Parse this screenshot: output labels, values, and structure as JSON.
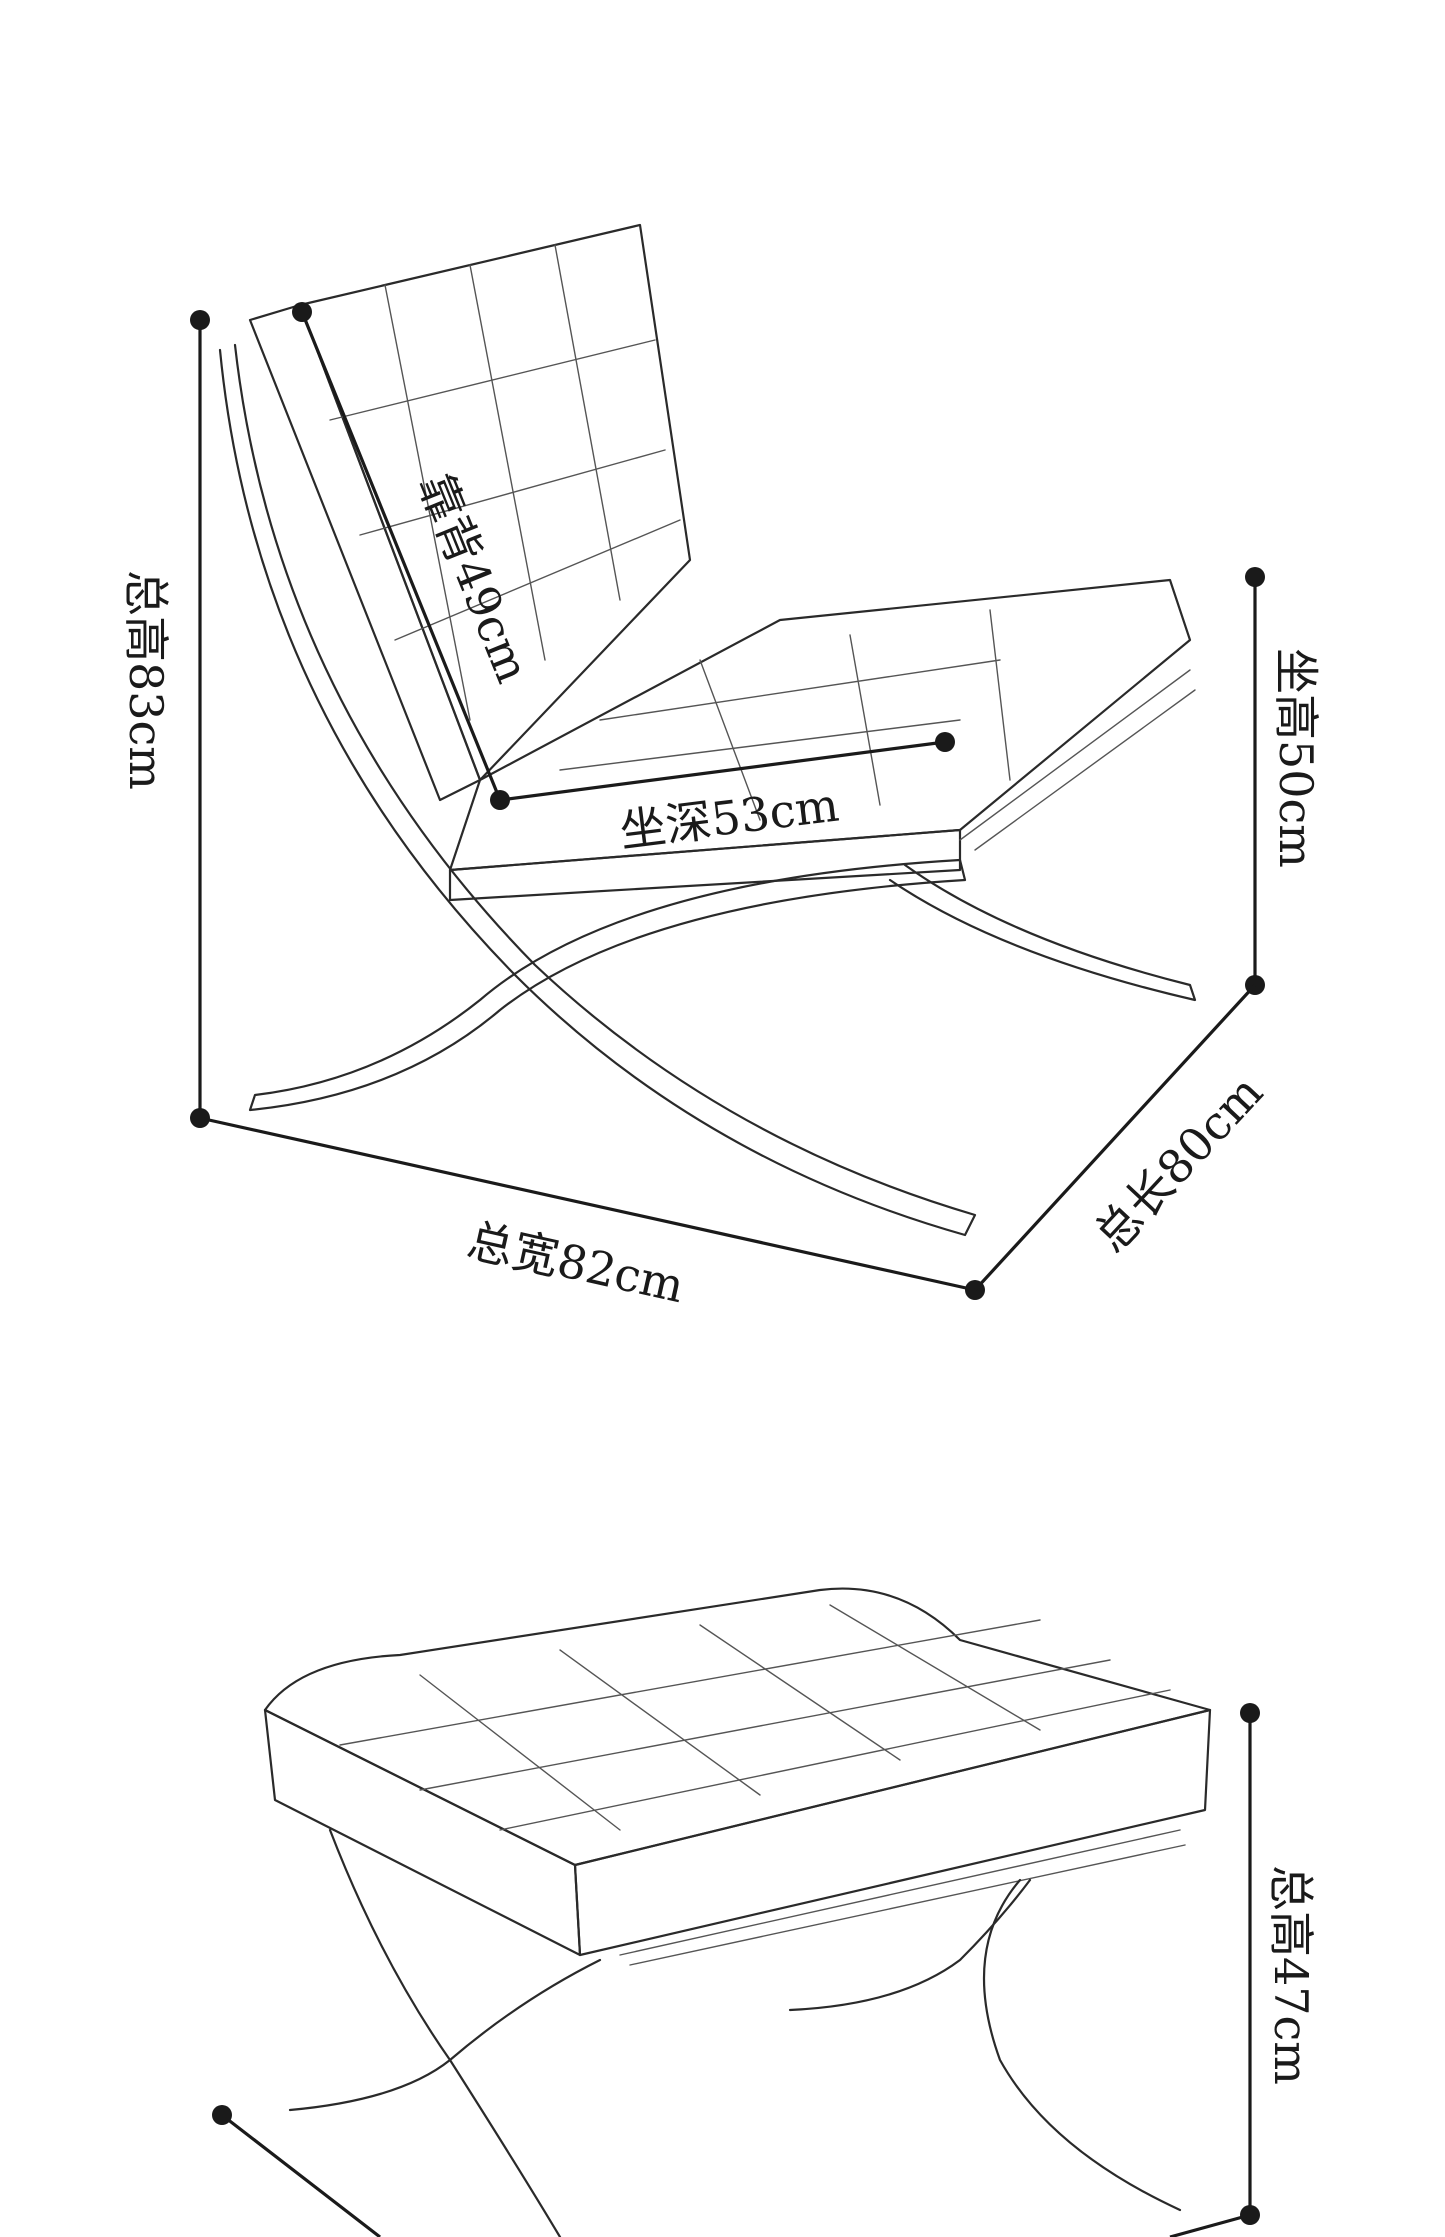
{
  "chair": {
    "total_height": "总高83cm",
    "backrest": "靠背49cm",
    "seat_depth": "坐深53cm",
    "seat_height": "坐高50cm",
    "total_width": "总宽82cm",
    "total_length": "总长80cm"
  },
  "ottoman": {
    "total_height": "总高47cm"
  },
  "colors": {
    "line": "#1a1a1a",
    "background": "#ffffff"
  }
}
